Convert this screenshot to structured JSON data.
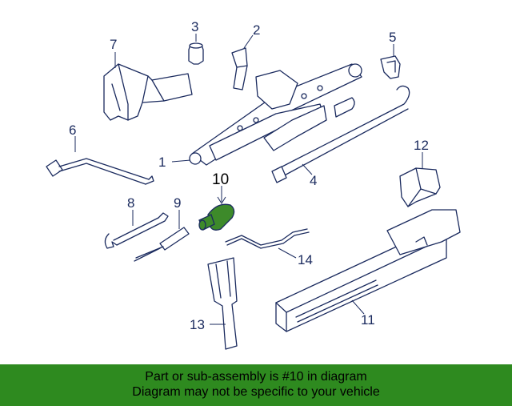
{
  "callouts": {
    "c1": "1",
    "c2": "2",
    "c3": "3",
    "c4": "4",
    "c5": "5",
    "c6": "6",
    "c7": "7",
    "c8": "8",
    "c9": "9",
    "c10": "10",
    "c11": "11",
    "c12": "12",
    "c13": "13",
    "c14": "14"
  },
  "highlighted_part": "10",
  "colors": {
    "highlight": "#3d8a2a",
    "line": "#1a2a5e",
    "banner": "#2e8a1f"
  },
  "banner": {
    "line1": "Part or sub-assembly is #10 in diagram",
    "line2": "Diagram may not be specific to your vehicle"
  }
}
